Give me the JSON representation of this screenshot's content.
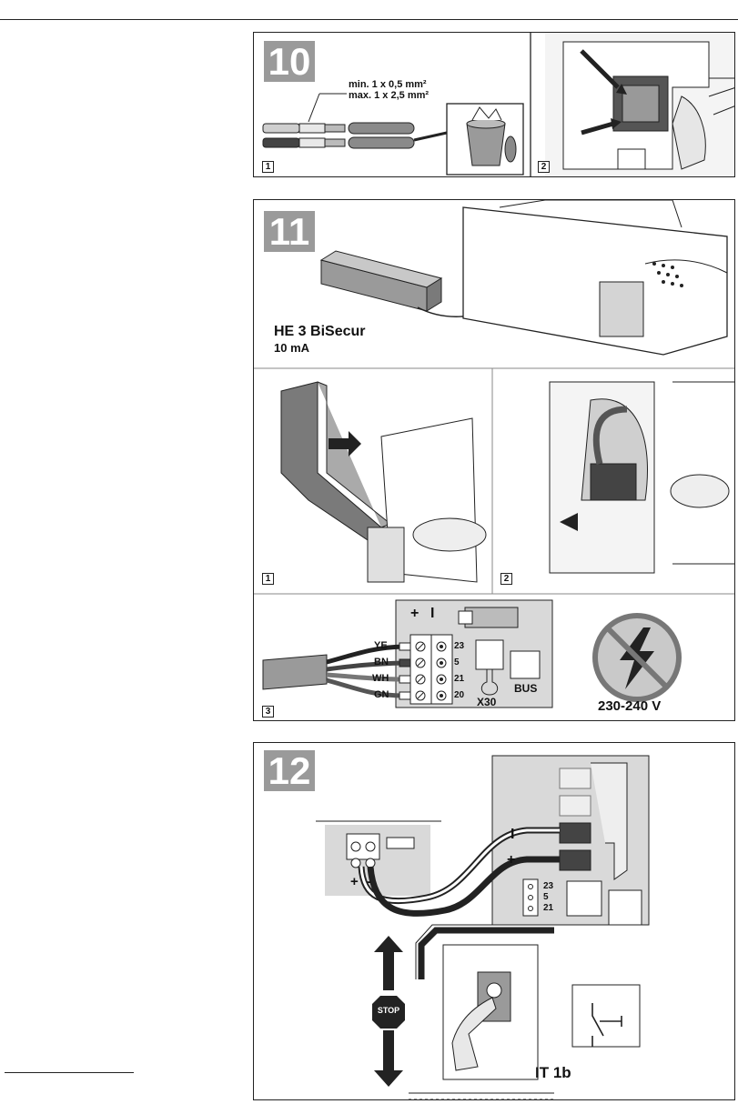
{
  "steps": {
    "s10": {
      "number": "10",
      "wire_min": "min.  1 x 0,5 mm²",
      "wire_max": "max. 1 x 2,5 mm²",
      "sub1": "1",
      "sub2": "2"
    },
    "s11": {
      "number": "11",
      "module_name": "HE 3 BiSecur",
      "module_current": "10 mA",
      "sub1": "1",
      "sub2": "2",
      "sub3": "3",
      "polarity_plus": "+",
      "polarity_minus": "I",
      "wires": [
        "YE",
        "BN",
        "WH",
        "GN"
      ],
      "terminals": [
        "23",
        "5",
        "21",
        "20"
      ],
      "x30": "X30",
      "bus": "BUS",
      "voltage": "230-240 V"
    },
    "s12": {
      "number": "12",
      "sign_minus": "I",
      "sign_plus": "+",
      "left_plus": "+",
      "left_minus": "-",
      "terminals": [
        "23",
        "5",
        "21"
      ],
      "stop": "STOP",
      "variant": "IT 1b"
    }
  },
  "colors": {
    "step_badge": "#9a9a9a",
    "device_grey": "#d9d9d9",
    "dark": "#333333",
    "no_voltage_red": "#7a7a7a"
  }
}
